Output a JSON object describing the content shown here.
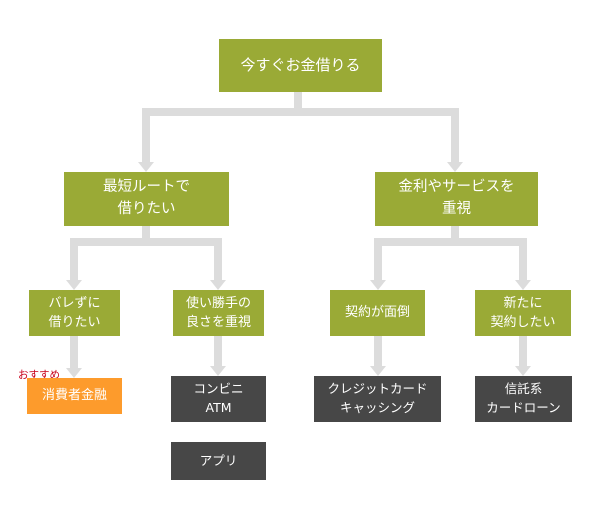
{
  "root": {
    "label": "今すぐお金借りる"
  },
  "branches": {
    "fast": {
      "label": "最短ルートで\n借りたい",
      "options": [
        {
          "label": "バレずに\n借りたい",
          "results": [
            "消費者金融"
          ]
        },
        {
          "label": "使い勝手の\n良さを重視",
          "results": [
            "コンビニ\nATM",
            "アプリ"
          ]
        }
      ]
    },
    "rates": {
      "label": "金利やサービスを\n重視",
      "options": [
        {
          "label": "契約が面倒",
          "results": [
            "クレジットカード\nキャッシング"
          ]
        },
        {
          "label": "新たに\n契約したい",
          "results": [
            "信託系\nカードローン"
          ]
        }
      ]
    }
  },
  "recommend_tag": "おすすめ",
  "colors": {
    "question": "#9aaa36",
    "result": "#474747",
    "recommended": "#fd9b2c",
    "connector": "#dcdcdc",
    "tag_text": "#c7001a"
  }
}
